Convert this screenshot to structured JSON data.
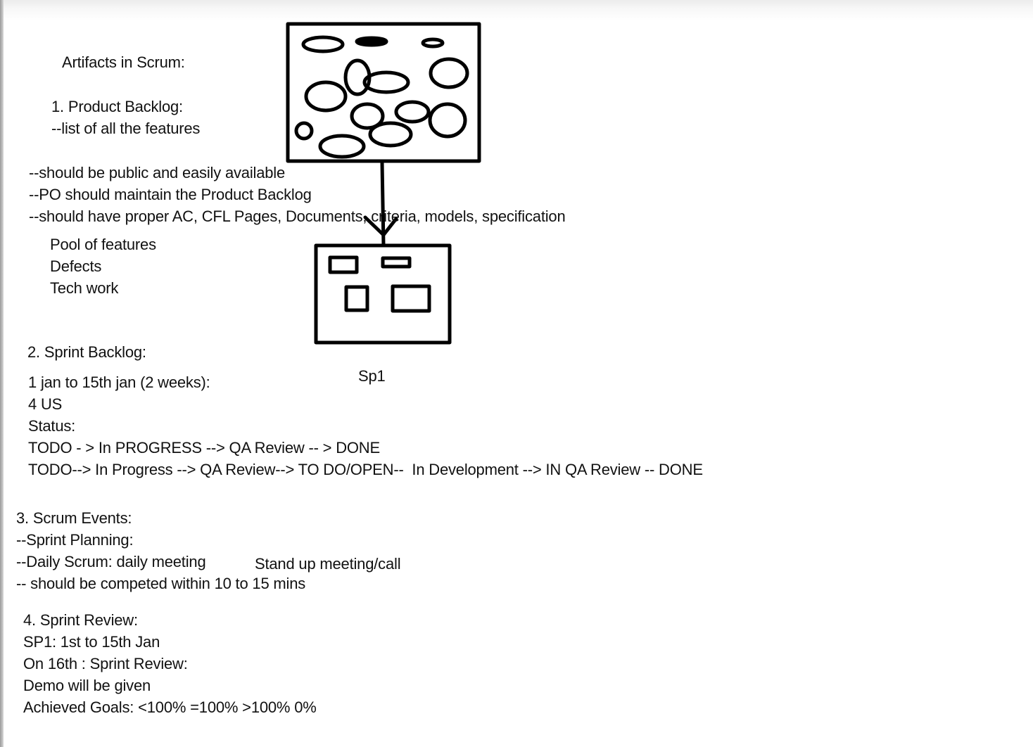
{
  "notes": {
    "heading": "Artifacts in Scrum:",
    "product_backlog": {
      "title": "1. Product Backlog:",
      "lines": [
        "--list of all the features",
        "--should be public and easily available",
        "--PO should maintain the Product Backlog",
        "--should have proper AC, CFL Pages, Documents, criteria, models, specification"
      ],
      "items": [
        "Pool of features",
        "Defects",
        "Tech work"
      ]
    },
    "sprint_backlog": {
      "title": "2. Sprint Backlog:",
      "lines": [
        "1 jan to 15th jan (2 weeks):",
        "4 US",
        "Status:",
        "TODO - > In PROGRESS --> QA Review -- > DONE",
        "TODO--> In Progress --> QA Review--> TO DO/OPEN--  In Development --> IN QA Review -- DONE"
      ]
    },
    "scrum_events": {
      "title": "3. Scrum Events:",
      "lines": [
        "--Sprint Planning:",
        "--Daily Scrum: daily meeting",
        "-- should be competed within 10 to 15 mins"
      ],
      "side_note": "Stand up meeting/call"
    },
    "sprint_review": {
      "title": "4. Sprint Review:",
      "lines": [
        "SP1: 1st to 15th Jan",
        "On 16th : Sprint Review:",
        "Demo will be given",
        "Achieved Goals: <100% =100% >100% 0%"
      ]
    }
  },
  "sketch": {
    "sprint_label": "Sp1",
    "stroke_color": "#000000"
  }
}
